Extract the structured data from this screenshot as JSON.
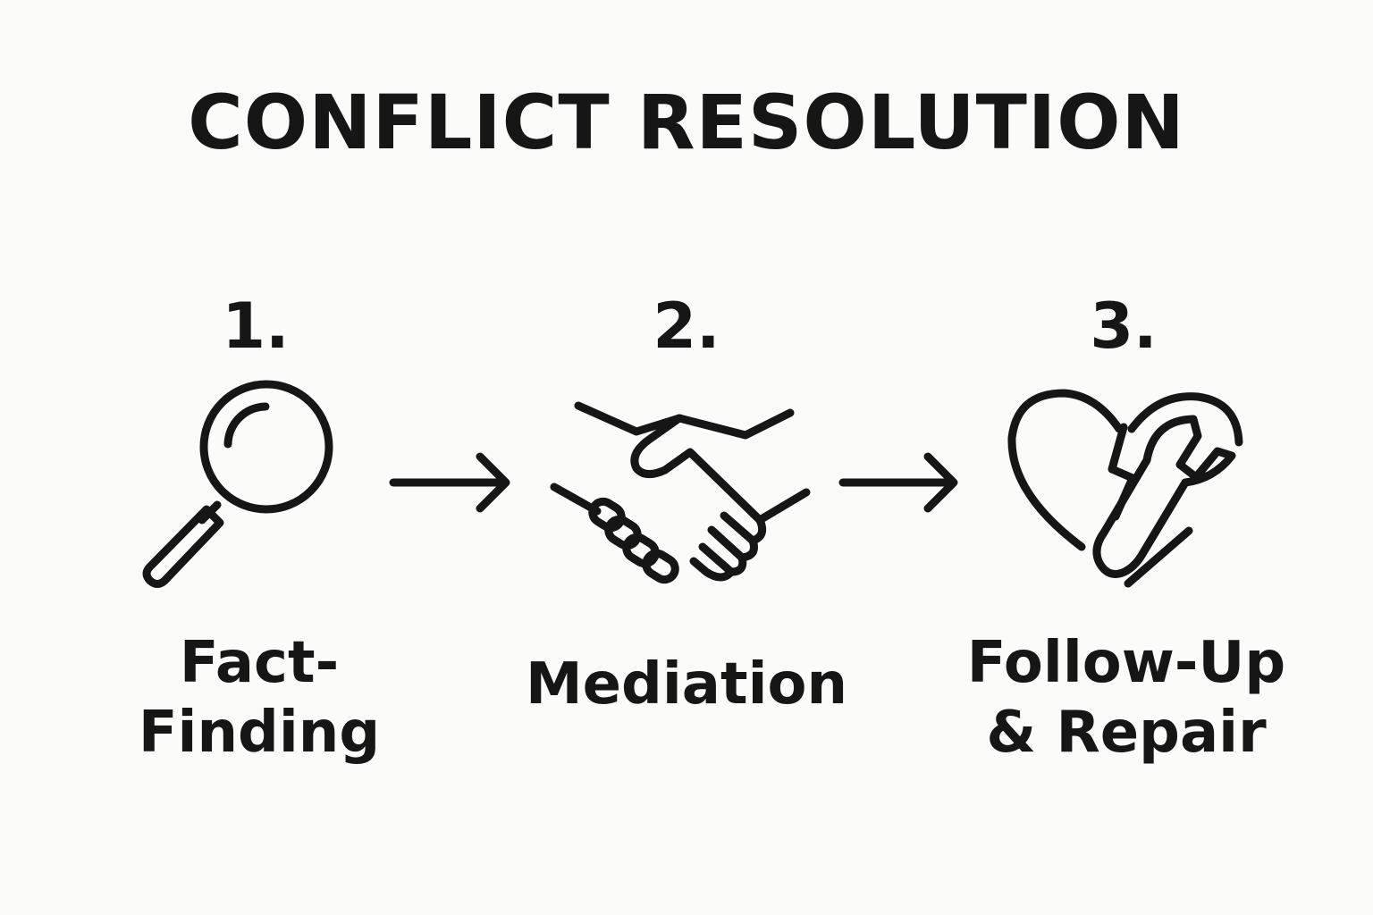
{
  "title": "CONFLICT RESOLUTION",
  "steps": [
    {
      "number": "1.",
      "label_lines": [
        "Fact-",
        "Finding"
      ],
      "icon": "magnifying-glass-icon"
    },
    {
      "number": "2.",
      "label_lines": [
        "Mediation"
      ],
      "icon": "handshake-icon"
    },
    {
      "number": "3.",
      "label_lines": [
        "Follow-Up",
        "& Repair"
      ],
      "icon": "heart-wrench-icon"
    }
  ],
  "colors": {
    "ink": "#161616",
    "background": "#fbfbf9"
  }
}
